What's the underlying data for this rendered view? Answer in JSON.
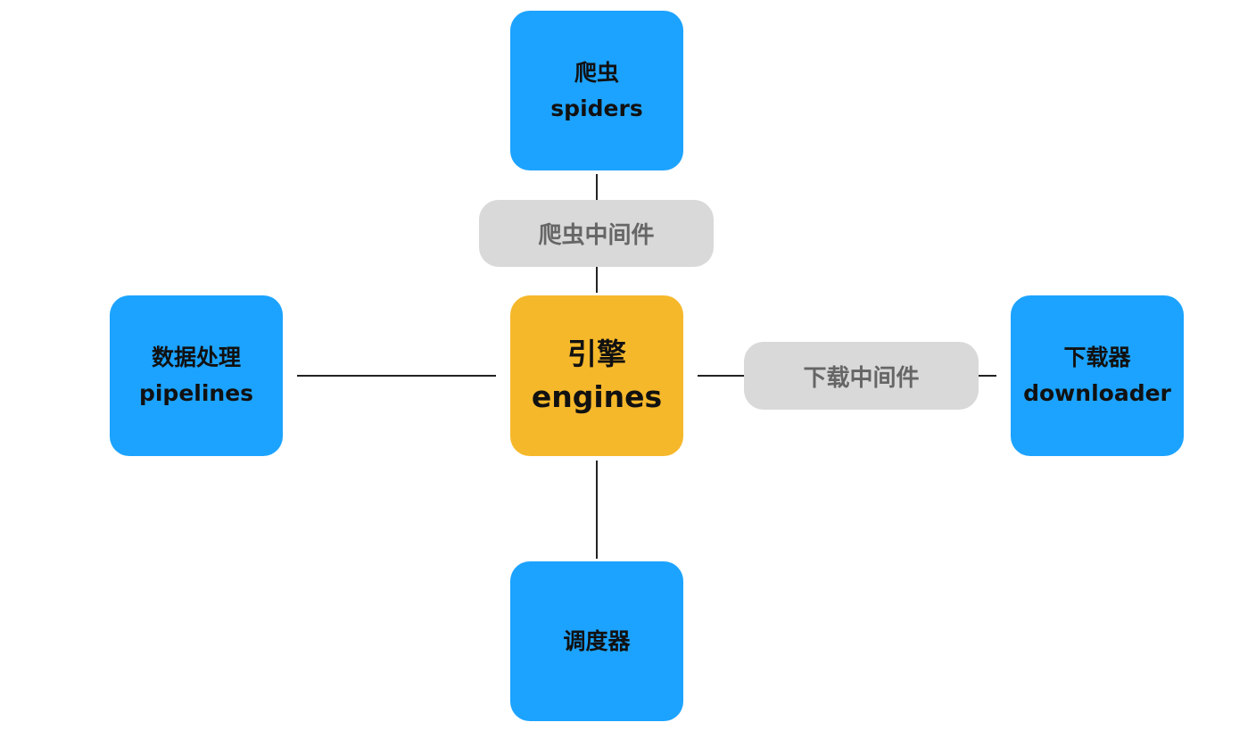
{
  "nodes": {
    "spiders": {
      "zh": "爬虫",
      "en": "spiders"
    },
    "engines": {
      "zh": "引擎",
      "en": "engines"
    },
    "pipelines": {
      "zh": "数据处理",
      "en": "pipelines"
    },
    "downloader": {
      "zh": "下载器",
      "en": "downloader"
    },
    "scheduler": {
      "zh": "调度器"
    }
  },
  "middlewares": {
    "spider": "爬虫中间件",
    "downloader": "下载中间件"
  },
  "colors": {
    "component": "#1ca3ff",
    "engine": "#f6b82b",
    "middleware": "#d9d9d9",
    "middleware_text": "#666666",
    "connector": "#222222"
  }
}
